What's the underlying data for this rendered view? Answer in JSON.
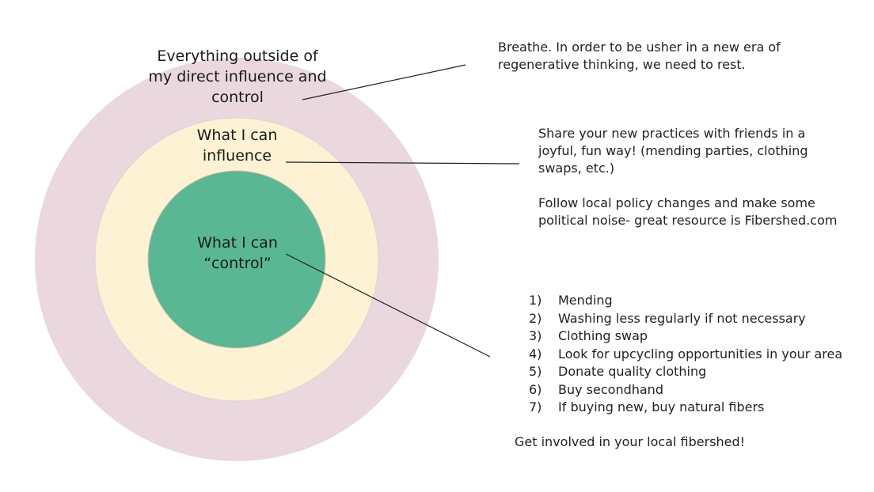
{
  "circles": {
    "outer": {
      "label": "Everything outside of my direct influence and control",
      "color": "#ead8de"
    },
    "middle": {
      "label": "What I can influence",
      "color": "#fdf2d3"
    },
    "inner": {
      "label": "What I can “control”",
      "color": "#5ab794"
    }
  },
  "notes": {
    "outer": "Breathe. In order to be usher in a new era of regenerative thinking, we need to rest.",
    "middle_p1": "Share your new practices with friends in a joyful, fun way! (mending parties, clothing swaps, etc.)",
    "middle_p2": "Follow local policy changes and make some political noise- great resource is Fibershed.com",
    "inner_list": [
      {
        "num": "1)",
        "text": "Mending"
      },
      {
        "num": "2)",
        "text": "Washing less regularly if not necessary"
      },
      {
        "num": "3)",
        "text": "Clothing swap"
      },
      {
        "num": "4)",
        "text": "Look for upcycling opportunities in your area"
      },
      {
        "num": "5)",
        "text": "Donate quality clothing"
      },
      {
        "num": "6)",
        "text": "Buy secondhand"
      },
      {
        "num": "7)",
        "text": "If buying new, buy natural fibers"
      }
    ],
    "footer": "Get involved in your local fibershed!"
  }
}
